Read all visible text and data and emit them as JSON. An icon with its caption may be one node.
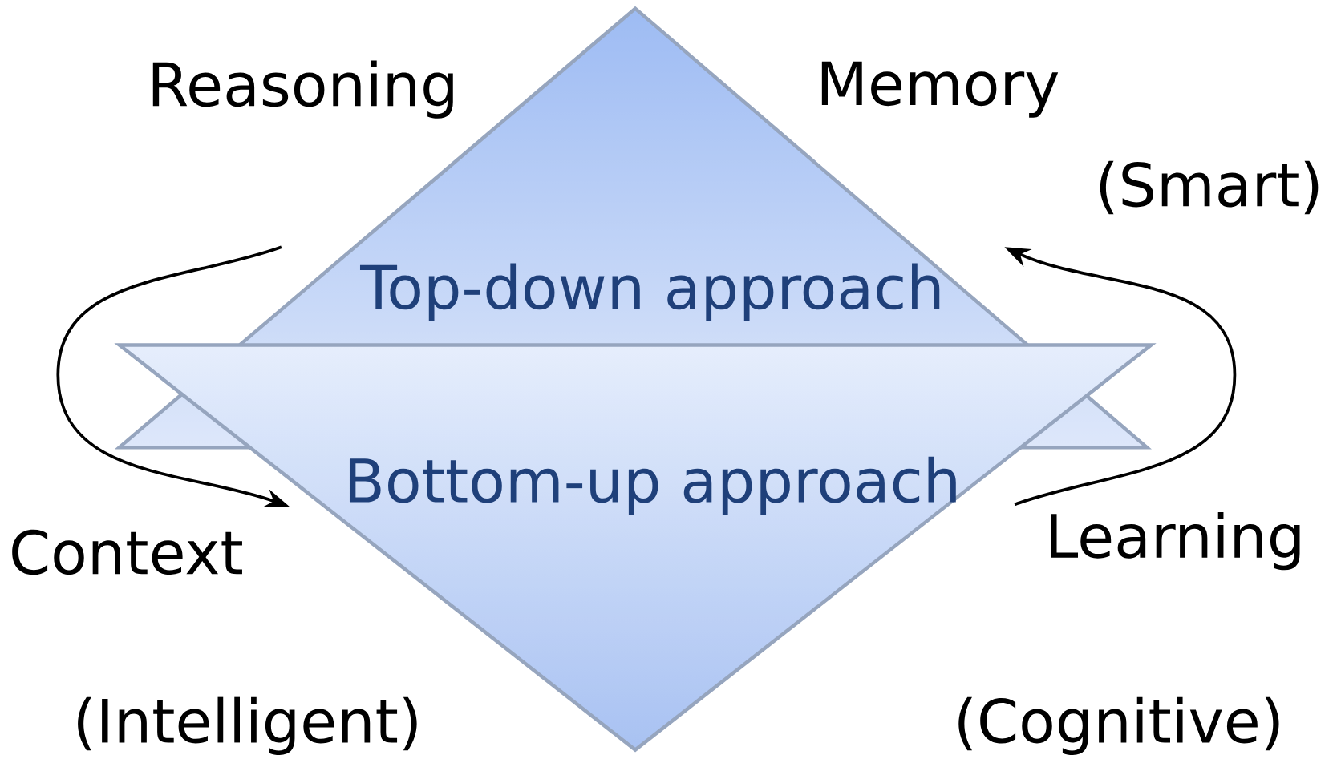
{
  "diagram": {
    "nodes": [
      {
        "text": [
          "Top-down approach"
        ]
      },
      {
        "text": [
          "Bottom-up approach"
        ]
      }
    ],
    "edges": [
      {
        "from": 0,
        "to": 1,
        "arrow": "to"
      },
      {
        "from": 1,
        "to": 0,
        "arrow": "to"
      }
    ],
    "labels": [
      "Reasoning",
      "Memory",
      "(Smart)",
      "Context",
      "Learning",
      "(Intelligent)",
      "(Cognitive)"
    ]
  }
}
